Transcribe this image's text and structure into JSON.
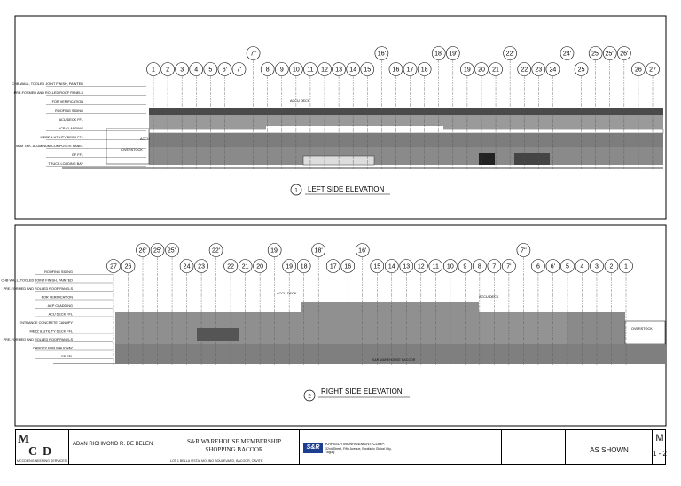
{
  "top_panel": {
    "gridlines_top_row": [
      "1",
      "2",
      "3",
      "4",
      "5",
      "6'",
      "7'",
      "7''",
      "8",
      "9",
      "10",
      "11",
      "12",
      "13",
      "14",
      "15",
      "16'",
      "16",
      "17",
      "18",
      "18'",
      "19'",
      "19",
      "20",
      "21",
      "22'",
      "22",
      "23",
      "24",
      "24'",
      "25",
      "25'",
      "25''",
      "26'",
      "26",
      "27"
    ],
    "left_notes": [
      "CHB WALL, TOOLED JOINT FINISH, PAINTED",
      "PRE-FORMED AND ROLLED ROOF PANELS",
      "FOR VERIFICATION",
      "ROOFING SIDING",
      "ACU DECK FFL",
      "ACP CLADDING",
      "MEZZ & UTILITY DECK FFL",
      "4MM THK. ALUMINUM COMPOSITE PANEL",
      "GF FFL",
      "TRUCK LOADING BAY"
    ],
    "overstock_label": "OVERSTOCK",
    "acu_deck_label": "ACCU DECK",
    "acu_label": "ACCU",
    "title": "LEFT SIDE ELEVATION",
    "number": "1"
  },
  "bottom_panel": {
    "gridlines": [
      "27",
      "26",
      "26'",
      "25'",
      "25''",
      "24",
      "23",
      "22'",
      "22",
      "21",
      "20",
      "19'",
      "19",
      "18",
      "18'",
      "17",
      "16",
      "16'",
      "15",
      "14",
      "13",
      "12",
      "11",
      "10",
      "9",
      "8",
      "7",
      "7'",
      "7''",
      "6",
      "6'",
      "5",
      "4",
      "3",
      "2",
      "1"
    ],
    "left_notes": [
      "ROOFING SIDING",
      "CHB WALL, TOOLED JOINT FINISH, PAINTED",
      "PRE-FORMED AND ROLLED ROOF PANELS",
      "FOR VERIFICATION",
      "ACP CLADDING",
      "ACU DECK FFL",
      "ENTRANCE CONCRETE CANOPY",
      "MEZZ & UTILITY DECK FFL",
      "PRE-FORMED AND ROLLED ROOF PANELS",
      "CANOPY FOR WALKWAY",
      "GF FFL"
    ],
    "acu_deck_1": "ACCU DECK",
    "acu_deck_2": "ACCU DECK",
    "overstock_label": "OVERSTOCK",
    "sr_label": "S&R WAREHOUSE BACOOR",
    "title": "RIGHT SIDE ELEVATION",
    "number": "2"
  },
  "title_block": {
    "firm": "MCCD ENGINEERING SERVICES",
    "person_name": "ADAN RICHMOND R. DE BELEN",
    "project_line1": "S&R WAREHOUSE MEMBERSHIP",
    "project_line2": "SHOPPING BACOOR",
    "location": "LOT 1 BELLA VISTA, MOLINO BOULEVARD, BACOOR, CAVITE",
    "owner_logo": "S&R",
    "owner_name": "KAREILA MANAGEMENT CORP.",
    "owner_address": "32nd Street, Fifth Avenue, Bonifacio Global City, Taguig",
    "scale": "AS SHOWN",
    "sheet_prefix": "M",
    "sheet_no": "1 - 2"
  }
}
